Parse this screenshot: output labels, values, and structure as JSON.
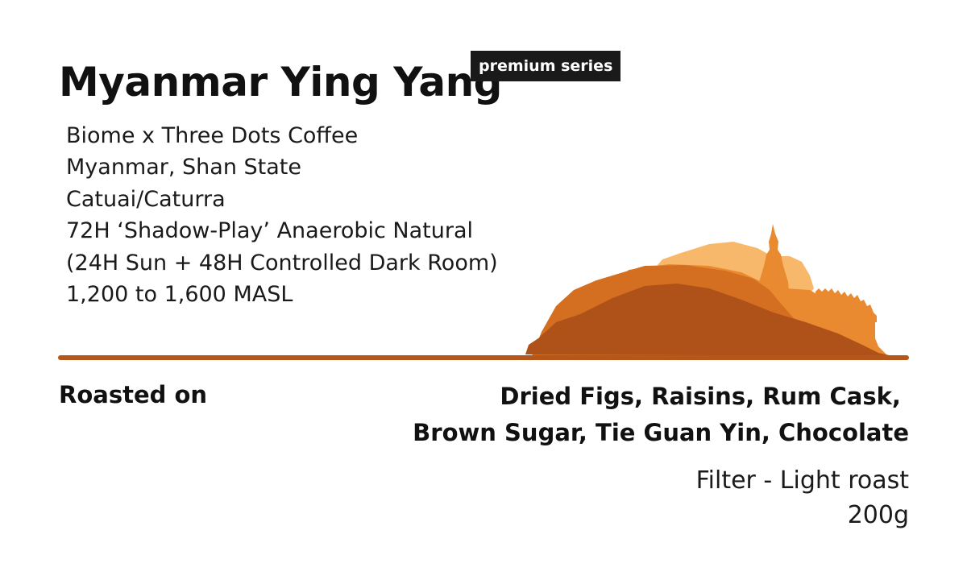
{
  "product": {
    "title": "Myanmar Ying Yang",
    "badge": "premium series"
  },
  "details": [
    "Biome x Three Dots Coffee",
    "Myanmar, Shan State",
    "Catuai/Caturra",
    "72H ‘Shadow-Play’ Anaerobic Natural",
    "(24H Sun + 48H Controlled Dark Room)",
    "1,200 to 1,600 MASL"
  ],
  "roast": {
    "roasted_label": "Roasted on"
  },
  "tasting_notes": [
    "Dried Figs, Raisins, Rum Cask, ",
    "Brown Sugar, Tie Guan Yin, Chocolate"
  ],
  "brew": {
    "method": "Filter - Light roast",
    "weight": "200g"
  },
  "colors": {
    "rule": "#b5561a",
    "hill_light": "#f8b86c",
    "hill_mid": "#e8892f",
    "hill_dark": "#d46f22",
    "hill_front": "#ae5219",
    "text": "#111111",
    "badge_bg": "#1a1a1a"
  },
  "illustration": {
    "icon": "mountain-pagoda-icon"
  }
}
